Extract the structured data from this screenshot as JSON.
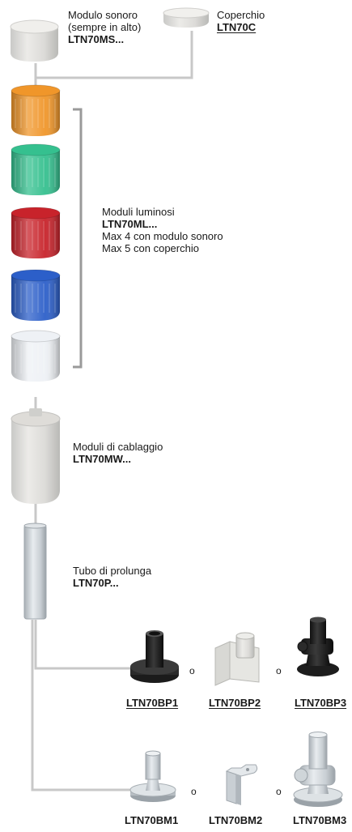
{
  "sound_module": {
    "name_line1": "Modulo sonoro",
    "name_line2": "(sempre in alto)",
    "code": "LTN70MS..."
  },
  "cover": {
    "name": "Coperchio",
    "code": "LTN70C"
  },
  "light_modules": {
    "name": "Moduli luminosi",
    "code": "LTN70ML...",
    "note1": "Max 4 con modulo sonoro",
    "note2": "Max 5 con coperchio",
    "colors": [
      "#f0962a",
      "#35c08f",
      "#c8232b",
      "#2c5fc9",
      "#eef1f5"
    ]
  },
  "wiring_module": {
    "name": "Moduli di cablaggio",
    "code": "LTN70MW..."
  },
  "extension_tube": {
    "name": "Tubo di prolunga",
    "code": "LTN70P..."
  },
  "bases_row1": {
    "connector": "o",
    "items": [
      {
        "code": "LTN70BP1",
        "icon": "black-round-base-icon"
      },
      {
        "code": "LTN70BP2",
        "icon": "grey-wall-bracket-icon"
      },
      {
        "code": "LTN70BP3",
        "icon": "black-pivot-base-icon"
      }
    ]
  },
  "bases_row2": {
    "connector": "o",
    "items": [
      {
        "code": "LTN70BM1",
        "icon": "metal-round-base-icon"
      },
      {
        "code": "LTN70BM2",
        "icon": "metal-angle-bracket-icon"
      },
      {
        "code": "LTN70BM3",
        "icon": "metal-pivot-base-icon"
      }
    ]
  }
}
